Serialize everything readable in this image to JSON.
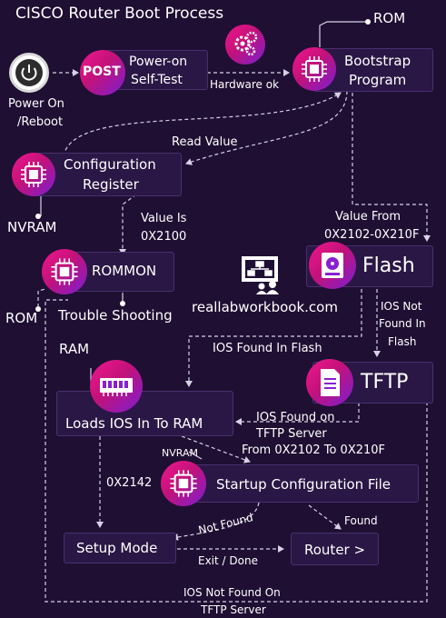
{
  "title": "CISCO Router Boot Process",
  "nodes": {
    "power_label_1": "Power On",
    "power_label_2": "/Reboot",
    "post": "POST",
    "post_desc_1": "Power-on",
    "post_desc_2": "Self-Test",
    "rom_top": "ROM",
    "bootstrap_1": "Bootstrap",
    "bootstrap_2": "Program",
    "config_reg_1": "Configuration",
    "config_reg_2": "Register",
    "nvram": "NVRAM",
    "rommon": "ROMMON",
    "rom_left": "ROM",
    "trouble": "Trouble Shooting",
    "flash": "Flash",
    "ram": "RAM",
    "loads_ios": "Loads IOS In To RAM",
    "tftp": "TFTP",
    "startup": "Startup Configuration File",
    "nvram_small": "NVRAM",
    "setup": "Setup Mode",
    "router": "Router >",
    "website": "reallabworkbook.com"
  },
  "edges": {
    "hardware_ok": "Hardware ok",
    "read_value": "Read Value",
    "value_is_1": "Value Is",
    "value_is_2": "0X2100",
    "value_from_1": "Value From",
    "value_from_2": "0X2102-0X210F",
    "ios_not_found_flash_1": "IOS Not",
    "ios_not_found_flash_2": "Found In",
    "ios_not_found_flash_3": "Flash",
    "ios_found_flash": "IOS Found In Flash",
    "ios_found_tftp_1": "IOS Found on",
    "ios_found_tftp_2": "TFTP Server",
    "from_range": "From 0X2102 To 0X210F",
    "ox2142": "0X2142",
    "not_found": "Not Found",
    "found": "Found",
    "exit_done": "Exit / Done",
    "ios_not_found_tftp_1": "IOS Not Found On",
    "ios_not_found_tftp_2": "TFTP Server"
  },
  "colors": {
    "background": "#1f0f33",
    "box": "#2a1745",
    "accent_pink": "#e0197f",
    "accent_purple": "#8a1fd0",
    "line": "#d8d0e6"
  },
  "icons": [
    "power-icon",
    "chip-icon",
    "gears-icon",
    "flash-drive-icon",
    "document-icon",
    "ram-icon",
    "network-diagram-icon"
  ]
}
